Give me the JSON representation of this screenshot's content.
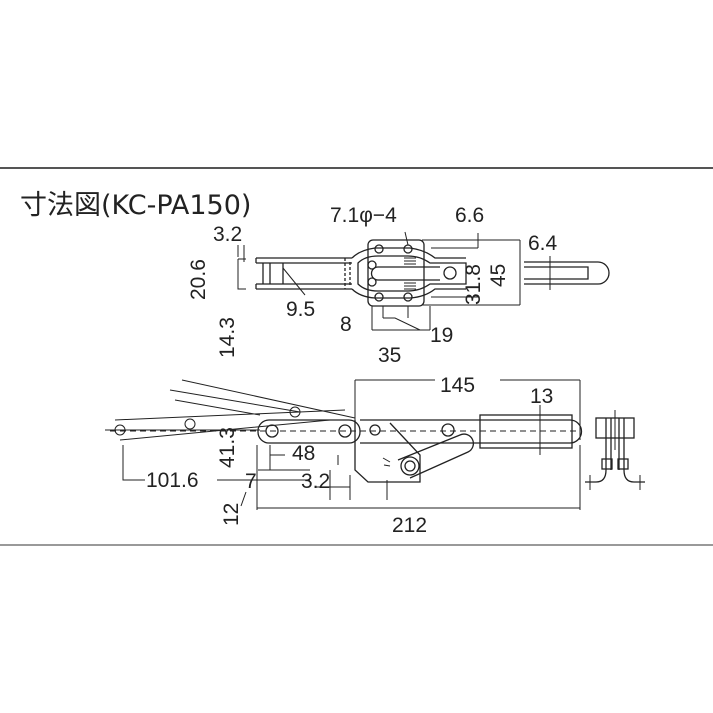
{
  "title": "寸法図(KC-PA150)",
  "top_view": {
    "hole_spec": "7.1φ−4",
    "dims": {
      "d6_6": "6.6",
      "d6_4": "6.4",
      "d3_2": "3.2",
      "d20_6": "20.6",
      "d14_3": "14.3",
      "d9_5": "9.5",
      "d31_8": "31.8",
      "d45": "45",
      "d8": "8",
      "d19": "19",
      "d35": "35"
    }
  },
  "side_view": {
    "dims": {
      "d145": "145",
      "d13": "13",
      "d48": "48",
      "d101_6": "101.6",
      "d41_3": "41.3",
      "d3_2": "3.2",
      "d12": "12",
      "d7": "7",
      "d212": "212"
    }
  }
}
